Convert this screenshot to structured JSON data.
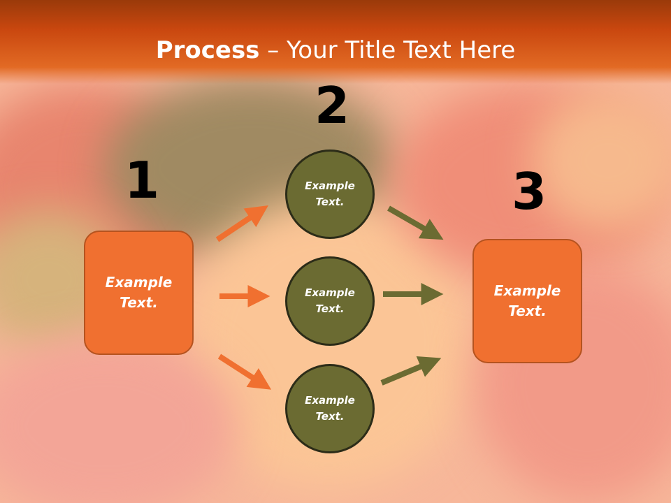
{
  "slide": {
    "title_bold": "Process",
    "title_rest": " – Your Title Text Here"
  },
  "steps": {
    "step1_number": "1",
    "step2_number": "2",
    "step3_number": "3"
  },
  "nodes": {
    "left_box": "Example Text.",
    "circle_top": "Example Text.",
    "circle_middle": "Example Text.",
    "circle_bottom": "Example Text.",
    "right_box": "Example Text."
  },
  "colors": {
    "orange": "#f07030",
    "olive": "#6b6b32",
    "title_bar": "#c9470f"
  }
}
